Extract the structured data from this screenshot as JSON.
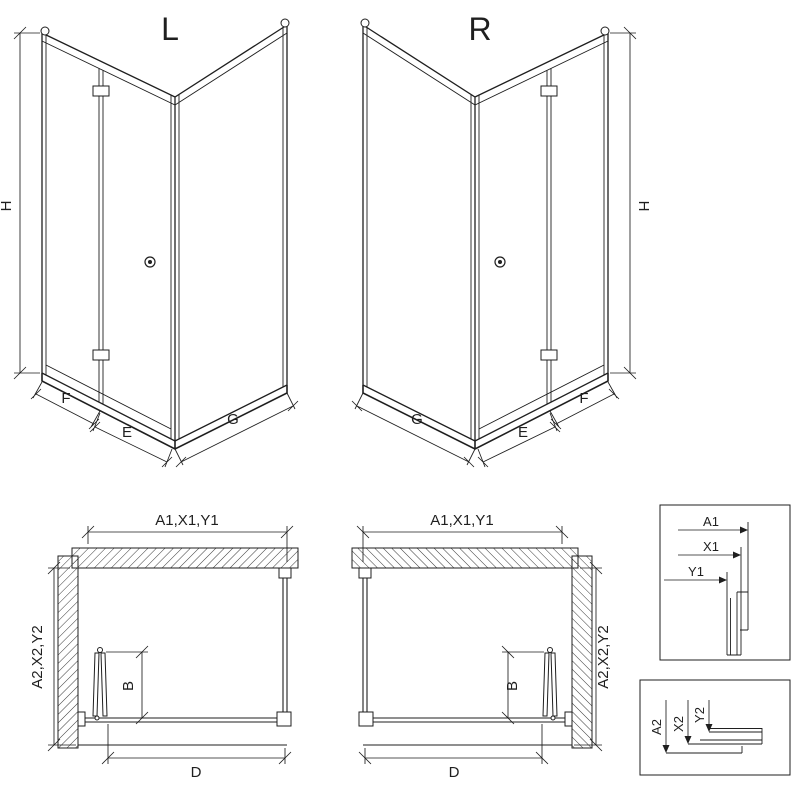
{
  "colors": {
    "background": "#ffffff",
    "line": "#1f1f1f"
  },
  "iso_left": {
    "variant_label": "L",
    "dim_height": "H",
    "dim_door_fixed": "F",
    "dim_entry": "E",
    "dim_side_panel": "G"
  },
  "iso_right": {
    "variant_label": "R",
    "dim_height": "H",
    "dim_door_fixed": "F",
    "dim_entry": "E",
    "dim_side_panel": "G"
  },
  "plan_left": {
    "dim_width": "A1,X1,Y1",
    "dim_depth": "A2,X2,Y2",
    "dim_door_projection": "B",
    "dim_opening": "D"
  },
  "plan_right": {
    "dim_width": "A1,X1,Y1",
    "dim_depth": "A2,X2,Y2",
    "dim_door_projection": "B",
    "dim_opening": "D"
  },
  "detail_width_profile": {
    "label_a1": "A1",
    "label_x1": "X1",
    "label_y1": "Y1"
  },
  "detail_depth_profile": {
    "label_a2": "A2",
    "label_x2": "X2",
    "label_y2": "Y2"
  }
}
